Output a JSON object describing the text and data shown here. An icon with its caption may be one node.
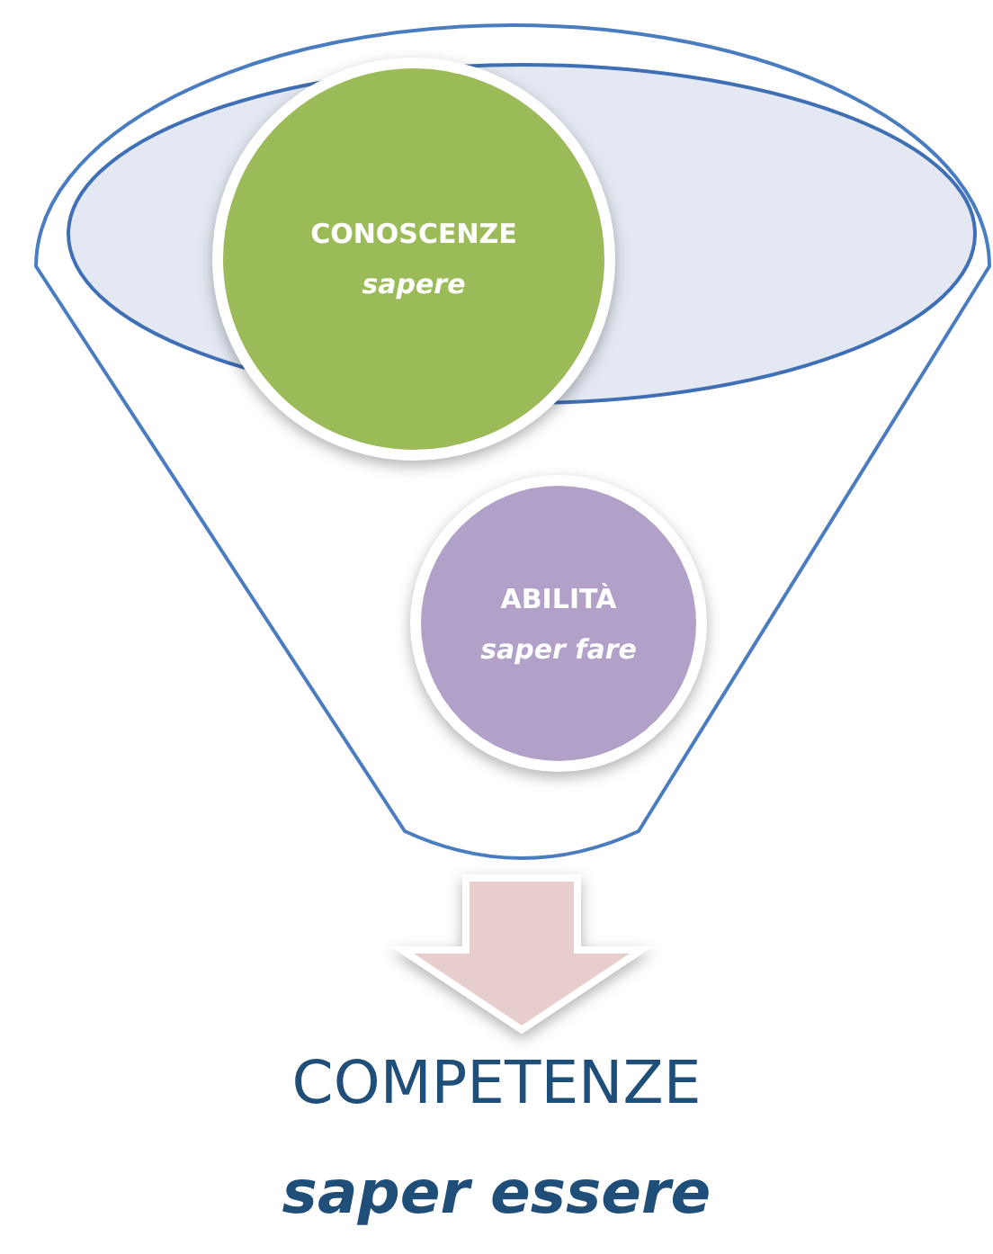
{
  "diagram": {
    "nodes": [
      {
        "text": [],
        "shape": "funnel"
      },
      {
        "text": [
          "CONOSCENZE",
          "sapere"
        ],
        "in": 0
      },
      {
        "text": [
          "ABILITÀ",
          "saper fare"
        ],
        "in": 0
      },
      {
        "text": [
          "COMPETENZE",
          "saper essere"
        ]
      }
    ],
    "edges": [
      {
        "from": 0,
        "to": 3,
        "arrow": "to"
      }
    ]
  }
}
